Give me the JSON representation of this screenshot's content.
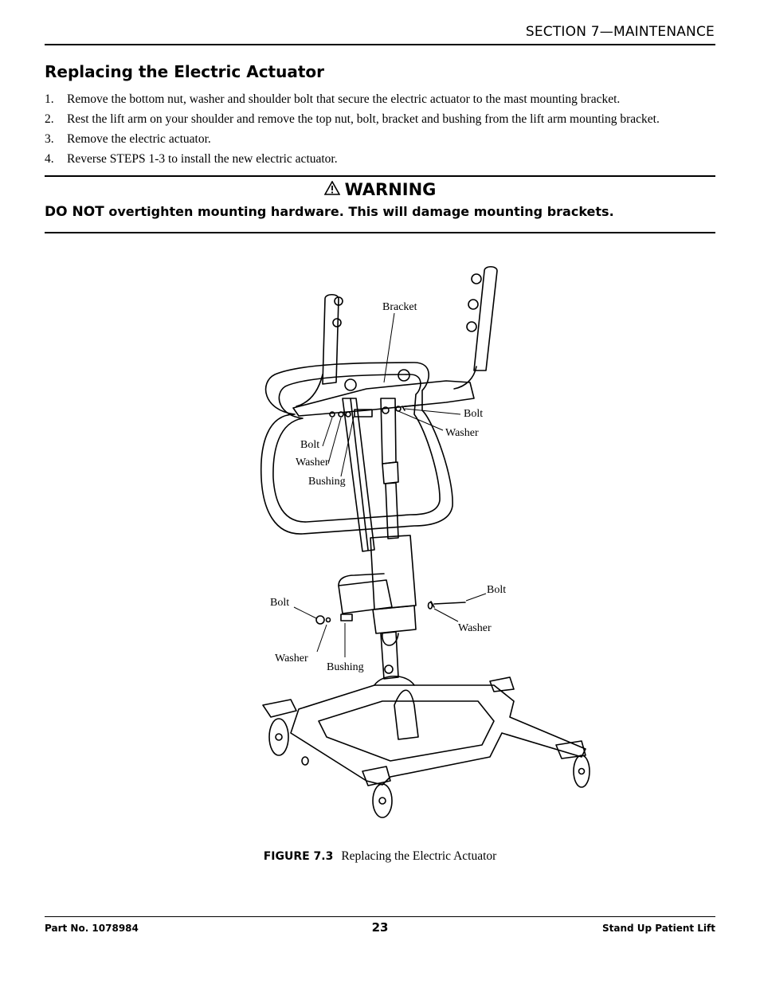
{
  "header": {
    "section": "SECTION 7—MAINTENANCE"
  },
  "title": "Replacing the Electric Actuator",
  "steps": [
    {
      "num": "1.",
      "text": "Remove the bottom nut, washer and shoulder bolt that secure the electric actuator to the mast mounting bracket."
    },
    {
      "num": "2.",
      "text": "Rest the lift arm on your shoulder and remove the top nut, bolt, bracket and bushing from the lift arm mounting bracket."
    },
    {
      "num": "3.",
      "text": "Remove the electric actuator."
    },
    {
      "num": "4.",
      "text": "Reverse STEPS 1-3 to install the new electric actuator."
    }
  ],
  "warning": {
    "icon": "warning-triangle-icon",
    "title": "WARNING",
    "lead": "DO NOT",
    "text": " overtighten mounting hardware. This will damage mounting brackets."
  },
  "figure": {
    "labels": {
      "bracket": "Bracket",
      "bolt_top_right": "Bolt",
      "washer_top_right": "Washer",
      "bolt_top_left": "Bolt",
      "washer_top_left": "Washer",
      "bushing_top": "Bushing",
      "bolt_bottom_left": "Bolt",
      "washer_bottom_left": "Washer",
      "bushing_bottom": "Bushing",
      "bolt_bottom_right": "Bolt",
      "washer_bottom_right": "Washer"
    },
    "caption_number": "FIGURE 7.3",
    "caption_text": "Replacing the Electric Actuator"
  },
  "footer": {
    "part_no": "Part No. 1078984",
    "page": "23",
    "product": "Stand Up Patient Lift"
  }
}
